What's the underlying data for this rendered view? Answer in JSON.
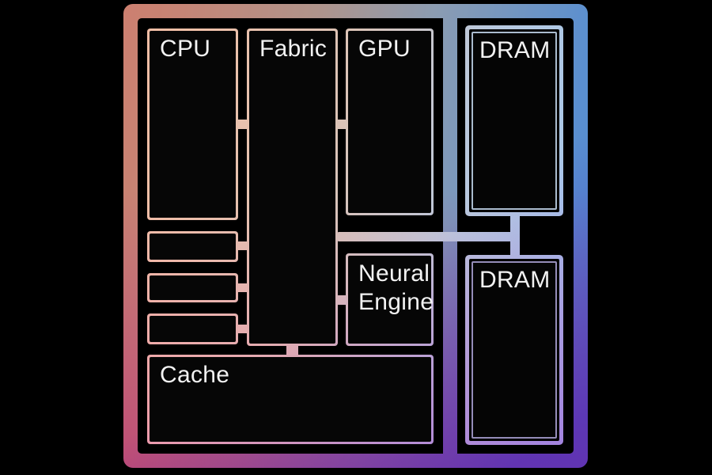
{
  "diagram": {
    "kind": "chip-architecture-diagram",
    "blocks": {
      "cpu": {
        "label": "CPU"
      },
      "fabric": {
        "label": "Fabric"
      },
      "gpu": {
        "label": "GPU"
      },
      "dram1": {
        "label": "DRAM"
      },
      "dram2": {
        "label": "DRAM"
      },
      "neural_engine": {
        "label": "Neural Engine"
      },
      "cache": {
        "label": "Cache"
      },
      "small_block_1": {
        "label": ""
      },
      "small_block_2": {
        "label": ""
      },
      "small_block_3": {
        "label": ""
      }
    },
    "connections": [
      "cpu-fabric",
      "gpu-fabric",
      "small_block_1-fabric",
      "small_block_2-fabric",
      "small_block_3-fabric",
      "neural_engine-fabric",
      "fabric-cache",
      "fabric-dram1-dram2"
    ],
    "palette": {
      "background": "#000000",
      "label_text": "#f2f2f2",
      "frame_top_left": "#d8776a",
      "frame_top_right": "#3f86d6",
      "frame_bottom_left": "#c73557",
      "frame_bottom_right": "#5033aa",
      "outline_light_warm": "#f0c0a8",
      "outline_light_cool": "#a7c8ea"
    }
  }
}
